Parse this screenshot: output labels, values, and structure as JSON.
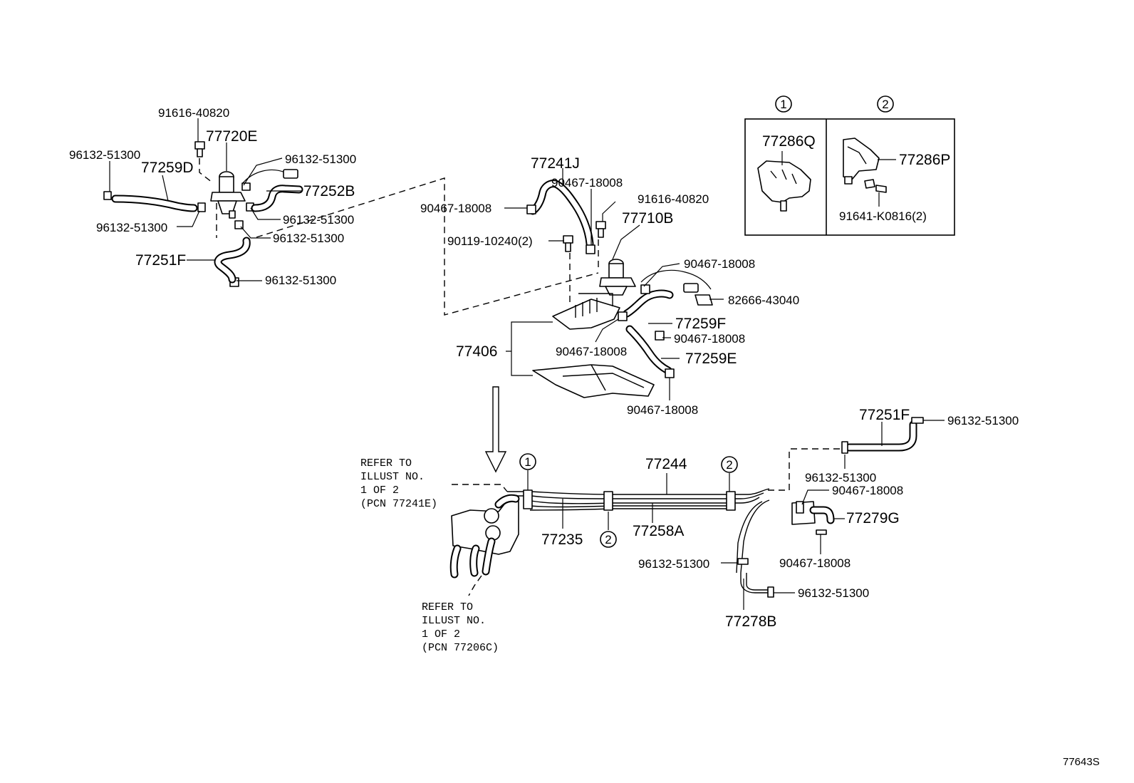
{
  "diagram_code": "77643S",
  "callout_refs": [
    "1",
    "2"
  ],
  "labels": {
    "p91616_top": "91616-40820",
    "p77720E": "77720E",
    "p96132_a": "96132-51300",
    "p77259D": "77259D",
    "p96132_b": "96132-51300",
    "p77252B": "77252B",
    "p96132_c": "96132-51300",
    "p96132_d": "96132-51300",
    "p96132_e": "96132-51300",
    "p77251F_a": "77251F",
    "p96132_f": "96132-51300",
    "p77241J": "77241J",
    "p90467_a": "90467-18008",
    "p90467_b": "90467-18008",
    "p91616_mid": "91616-40820",
    "p77710B": "77710B",
    "p90119": "90119-10240(2)",
    "p90467_c": "90467-18008",
    "p82666": "82666-43040",
    "p77259F": "77259F",
    "p77406": "77406",
    "p90467_d": "90467-18008",
    "p90467_e": "90467-18008",
    "p77259E": "77259E",
    "p90467_f": "90467-18008",
    "p77286Q": "77286Q",
    "p77286P": "77286P",
    "p91641": "91641-K0816(2)",
    "p77251F_b": "77251F",
    "p96132_g": "96132-51300",
    "p77244": "77244",
    "p96132_h": "96132-51300",
    "p90467_g": "90467-18008",
    "p77279G": "77279G",
    "p77235": "77235",
    "p77258A": "77258A",
    "p96132_i": "96132-51300",
    "p90467_h": "90467-18008",
    "p96132_j": "96132-51300",
    "p77278B": "77278B"
  },
  "notes": {
    "refer_a": [
      "REFER TO",
      "ILLUST NO.",
      "1 OF 2",
      "(PCN 77241E)"
    ],
    "refer_b": [
      "REFER TO",
      "ILLUST NO.",
      "1 OF 2",
      "(PCN 77206C)"
    ]
  }
}
